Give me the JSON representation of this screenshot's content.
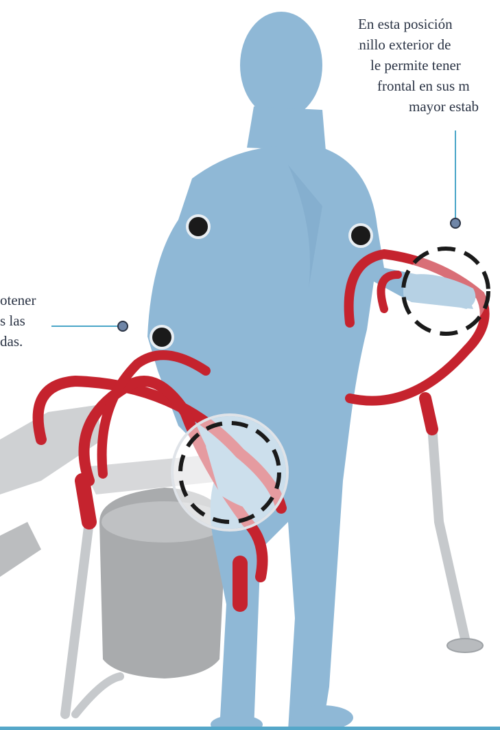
{
  "callouts": {
    "right": {
      "lines": [
        "En esta posición",
        "anillo exterior de",
        "le permite tener",
        "frontal en sus m",
        "mayor estab"
      ]
    },
    "left": {
      "lines": [
        "otener",
        "s las",
        "das."
      ]
    }
  },
  "colors": {
    "figure": "#8fb8d6",
    "frame": "#c5232e",
    "metal": "#c9ccd0",
    "leader_line": "#4aa6c8",
    "joint_marker": "#1a1a1a",
    "text": "#2a3344"
  },
  "icons": {
    "joint_marker": "black-dot-marker-icon",
    "grip_highlight": "dashed-circle-highlight-icon",
    "leader_endpoint": "callout-dot-icon"
  }
}
